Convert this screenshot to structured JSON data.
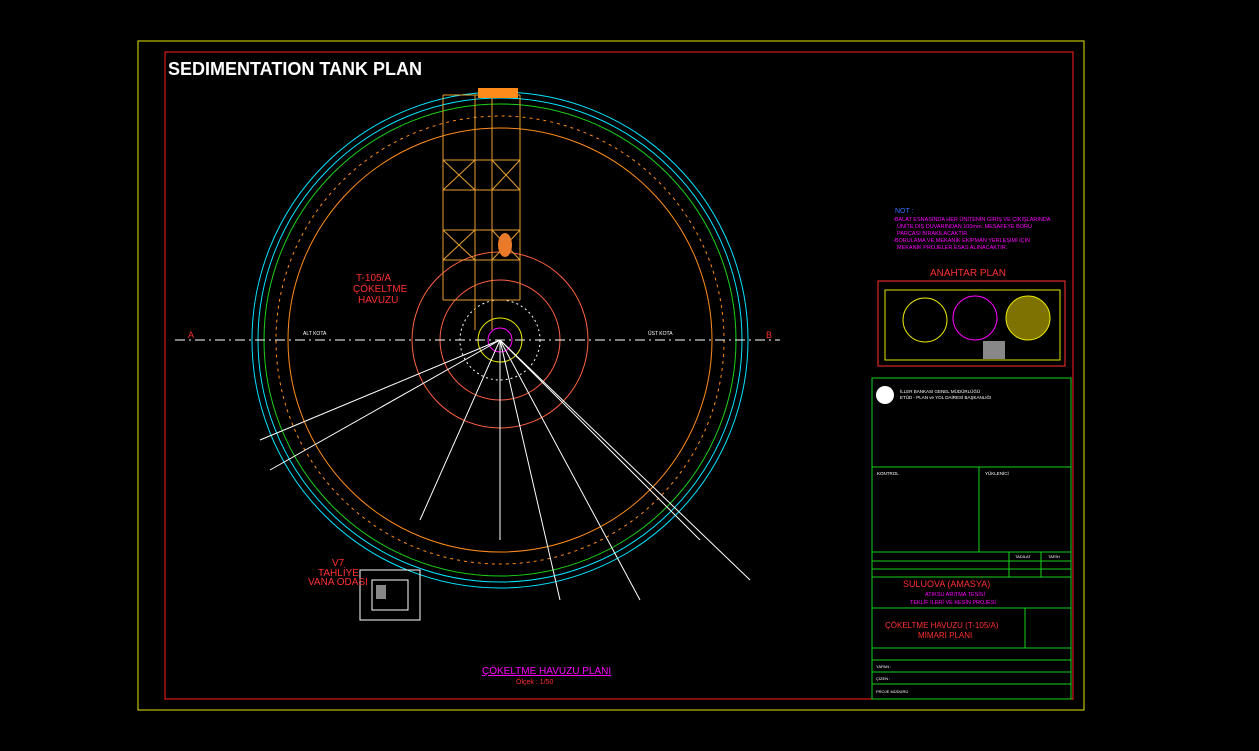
{
  "title": "SEDIMENTATION TANK PLAN",
  "plan": {
    "tank_id": "T-105/A",
    "tank_name_1": "ÇÖKELTME",
    "tank_name_2": "HAVUZU",
    "valve_1": "V7",
    "valve_2": "TAHLİYE",
    "valve_3": "VANA ODASI",
    "caption": "ÇÖKELTME HAVUZU PLANI",
    "scale": "Ölçek : 1/50",
    "point_a": "A",
    "point_b": "B",
    "alt_kota": "ALT KOTA",
    "ust_kota": "ÜST KOTA"
  },
  "notes": {
    "heading": "NOT :",
    "line1": "-BALAT ESNASINDA HER ÜNİTENİN GİRİŞ VE ÇIKIŞLARINDA",
    "line2": "ÜNİTE DIŞ DUVARINDAN 100mm. MESAFEYE BORU",
    "line3": "PARÇASI BIRAKILACAKTIR.",
    "line4": "-BORULAMA VE MEKANİK EKİPMAN YERLEŞİMİ İÇİN",
    "line5": "MEKANİK PROJELER ESAS ALINACAKTIR."
  },
  "key_plan": {
    "title": "ANAHTAR PLAN"
  },
  "title_block": {
    "org1": "İLLER BANKASI GENEL MÜDÜRLÜĞÜ",
    "org2": "ETÜD - PLAN ve YOL DAİRESİ BAŞKANLIĞI",
    "kontrol": "KONTROL",
    "yuklenici": "YÜKLENİCİ",
    "tadilat": "TADİLAT",
    "tarih": "TARİH",
    "location": "SULUOVA (AMASYA)",
    "project1": "ATIKSU ARITMA TESİSİ",
    "project2": "TEKLİF İLERİ VE KESİN PROJESİ",
    "drawing1": "ÇÖKELTME HAVUZU (T-105/A)",
    "drawing2": "MİMARİ PLANI",
    "r_yapan": "YAPAN :",
    "r_cizen": "ÇİZEN :",
    "r_proje": "PROJE MÜDÜRÜ"
  },
  "colors": {
    "frame": "#e6e600",
    "border": "#ff2020",
    "circle_cyan": "#00e5ff",
    "circle_green": "#19d119",
    "tower": "#e8a030",
    "magenta": "#ff00ff",
    "text_white": "#ffffff"
  }
}
